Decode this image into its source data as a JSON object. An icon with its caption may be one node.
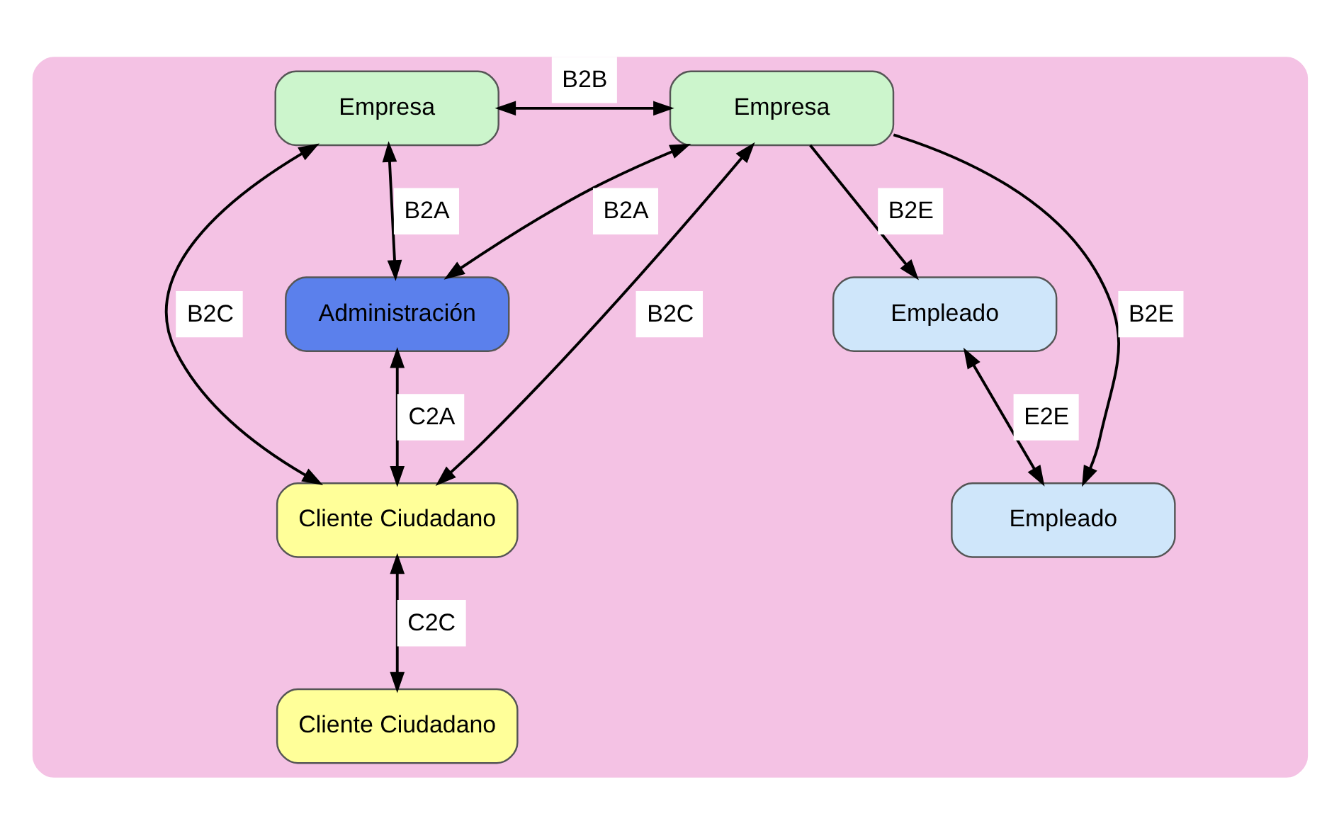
{
  "diagram": {
    "nodes": [
      {
        "text": [],
        "shape": "box"
      },
      {
        "text": [
          "Administración"
        ],
        "in": 0
      },
      {
        "text": [
          "Empleado"
        ],
        "in": 0
      },
      {
        "text": [
          "Empresa"
        ],
        "in": 0
      },
      {
        "text": [
          "Empresa"
        ],
        "in": 0
      },
      {
        "text": [
          "Empleado"
        ],
        "in": 0
      },
      {
        "text": [
          "Cliente Ciudadano"
        ],
        "in": 0
      },
      {
        "text": [
          "Cliente Ciudadano"
        ],
        "in": 0
      }
    ],
    "edges": [
      {
        "from": 1,
        "to": 3,
        "arrow": "both",
        "label": "B2A"
      },
      {
        "from": 1,
        "to": 4,
        "arrow": "both",
        "label": "B2A"
      },
      {
        "from": 1,
        "to": 6,
        "arrow": "both",
        "label": "C2A"
      },
      {
        "from": 3,
        "to": 4,
        "arrow": "both",
        "label": "B2B"
      },
      {
        "from": 4,
        "to": 2,
        "arrow": "to",
        "label": "B2E"
      },
      {
        "from": 4,
        "to": 5,
        "arrow": "to",
        "label": "B2E"
      },
      {
        "from": 2,
        "to": 5,
        "arrow": "both",
        "label": "E2E"
      },
      {
        "from": 3,
        "to": 6,
        "arrow": "both",
        "label": "B2C"
      },
      {
        "from": 4,
        "to": 6,
        "arrow": "both",
        "label": "B2C"
      },
      {
        "from": 6,
        "to": 7,
        "arrow": "both",
        "label": "C2C"
      }
    ]
  }
}
